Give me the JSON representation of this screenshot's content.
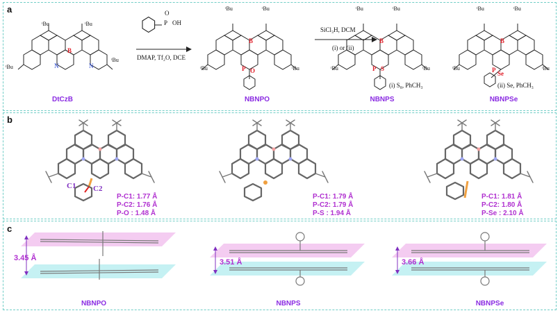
{
  "panels": {
    "a": {
      "label": "a",
      "compounds": [
        "DtCzB",
        "NBNPO",
        "NBNPS",
        "NBNPSe"
      ],
      "reagent_top": "DMAP, Tf₂O, DCE",
      "reagent_sicl": "SiCl₃H, DCM",
      "reagent_choice": "(i) or (ii)",
      "cond_i": "(i) S₈, PhCH₃",
      "cond_ii": "(ii) Se, PhCH₃",
      "atoms": {
        "tbu": "ᵗBu",
        "B": "B",
        "N": "N",
        "P": "P",
        "O": "O",
        "S": "S",
        "Se": "Se",
        "OH": "OH"
      }
    },
    "b": {
      "label": "b",
      "atom_labels": [
        "C1",
        "C2"
      ],
      "bonds": [
        [
          "P-C1: 1.77 Å",
          "P-C2: 1.76 Å",
          "P-O  : 1.48 Å"
        ],
        [
          "P-C1: 1.79 Å",
          "P-C2: 1.79 Å",
          "P-S  : 1.94 Å"
        ],
        [
          "P-C1: 1.81 Å",
          "P-C2: 1.80 Å",
          "P-Se : 2.10 Å"
        ]
      ]
    },
    "c": {
      "label": "c",
      "distances": [
        "3.45 Å",
        "3.51 Å",
        "3.66 Å"
      ],
      "names": [
        "NBNPO",
        "NBNPS",
        "NBNPSe"
      ]
    }
  },
  "colors": {
    "border": "#6fcdc6",
    "name": "#8a2be2",
    "bond": "#b030d0",
    "boron": "#e0202a",
    "nitrogen": "#1a3ccf",
    "phosphorus": "#e0202a",
    "pink": "#f3c6f0",
    "cyan": "#bff0f2"
  }
}
